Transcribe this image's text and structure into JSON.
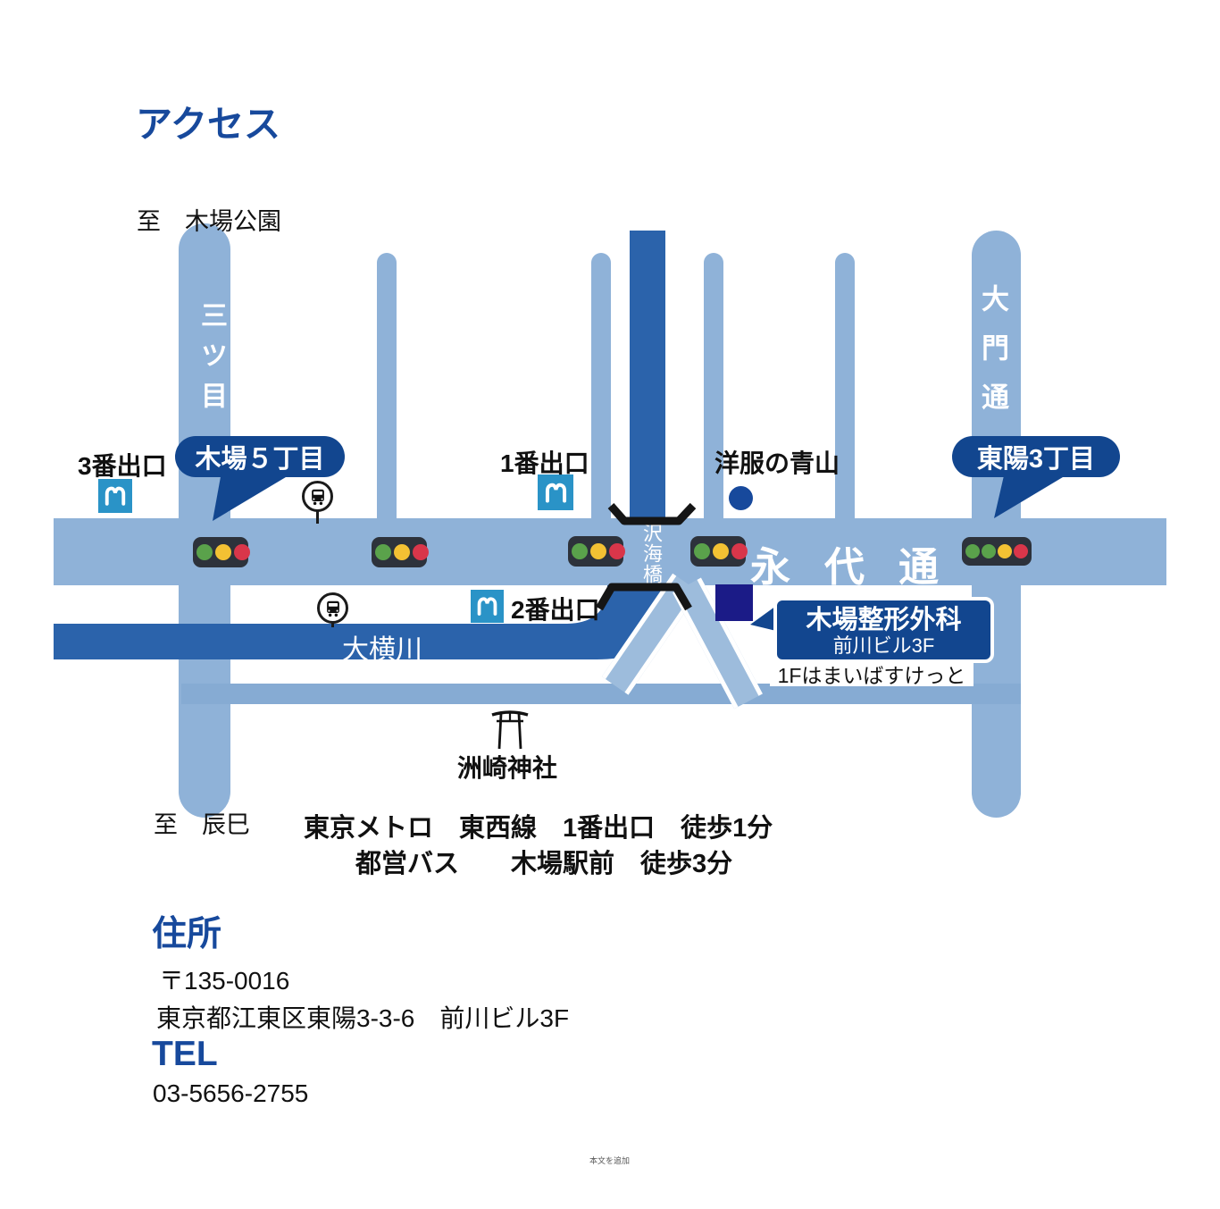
{
  "title": "アクセス",
  "palette": {
    "heading_blue": "#17499c",
    "road_blue": "#8fb2d8",
    "river_blue": "#2b63ab",
    "bubble_navy": "#12468f",
    "building_navy": "#1b1b87",
    "metro_blue": "#2a93c7",
    "signal_green": "#5aa24b",
    "signal_yellow": "#f3c133",
    "signal_red": "#d9364a"
  },
  "map": {
    "direction_top": "至　木場公園",
    "direction_bottom": "至　辰巳",
    "road_mitsume": "三ツ目",
    "road_daimon": "大門通",
    "road_eidai": "永代通",
    "river_name": "大横川",
    "bridge_name": "沢海橋",
    "bubble_kiba5": "木場５丁目",
    "bubble_toyo3": "東陽3丁目",
    "exit3": "3番出口",
    "exit1": "1番出口",
    "exit2": "2番出口",
    "aoyama": "洋服の青山",
    "clinic_name": "木場整形外科",
    "clinic_floor": "前川ビル3F",
    "clinic_note": "1Fはまいばすけっと",
    "shrine": "洲崎神社"
  },
  "route": {
    "line1": "東京メトロ　東西線　1番出口　徒歩1分",
    "line2": "都営バス　　木場駅前　徒歩3分"
  },
  "address": {
    "heading": "住所",
    "postal": "〒135-0016",
    "line": "東京都江東区東陽3-3-6　前川ビル3F"
  },
  "tel": {
    "heading": "TEL",
    "number": "03-5656-2755"
  },
  "footer_note": "本文を追加"
}
